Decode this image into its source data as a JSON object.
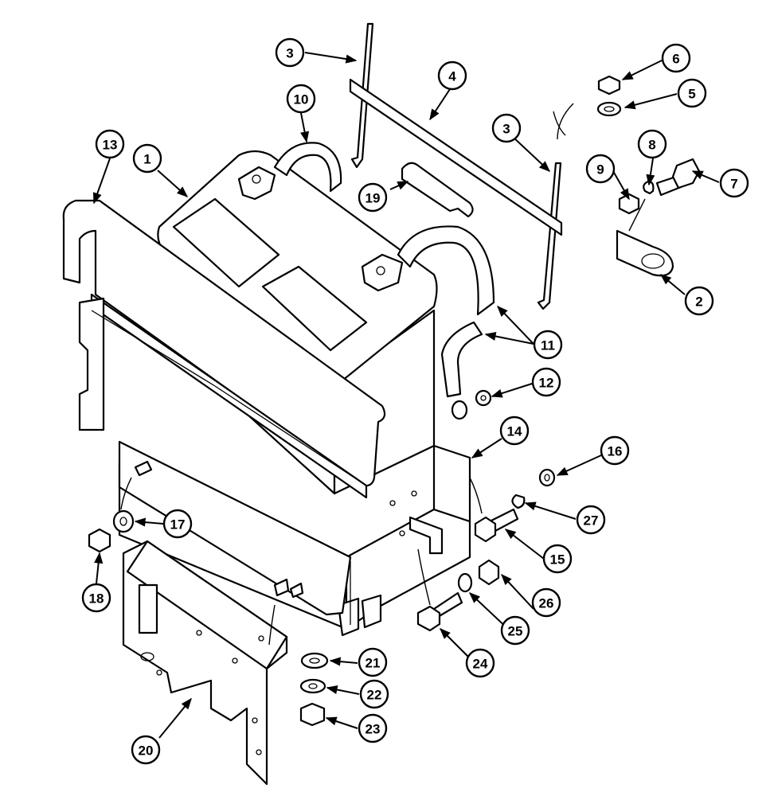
{
  "diagram": {
    "callouts": [
      {
        "id": "c1",
        "label": "1"
      },
      {
        "id": "c2",
        "label": "2"
      },
      {
        "id": "c3a",
        "label": "3"
      },
      {
        "id": "c3b",
        "label": "3"
      },
      {
        "id": "c4",
        "label": "4"
      },
      {
        "id": "c5",
        "label": "5"
      },
      {
        "id": "c6",
        "label": "6"
      },
      {
        "id": "c7",
        "label": "7"
      },
      {
        "id": "c8",
        "label": "8"
      },
      {
        "id": "c9",
        "label": "9"
      },
      {
        "id": "c10",
        "label": "10"
      },
      {
        "id": "c11",
        "label": "11"
      },
      {
        "id": "c12",
        "label": "12"
      },
      {
        "id": "c13",
        "label": "13"
      },
      {
        "id": "c14",
        "label": "14"
      },
      {
        "id": "c15",
        "label": "15"
      },
      {
        "id": "c16",
        "label": "16"
      },
      {
        "id": "c17",
        "label": "17"
      },
      {
        "id": "c18",
        "label": "18"
      },
      {
        "id": "c19",
        "label": "19"
      },
      {
        "id": "c20",
        "label": "20"
      },
      {
        "id": "c21",
        "label": "21"
      },
      {
        "id": "c22",
        "label": "22"
      },
      {
        "id": "c23",
        "label": "23"
      },
      {
        "id": "c24",
        "label": "24"
      },
      {
        "id": "c25",
        "label": "25"
      },
      {
        "id": "c26",
        "label": "26"
      },
      {
        "id": "c27",
        "label": "27"
      }
    ]
  }
}
